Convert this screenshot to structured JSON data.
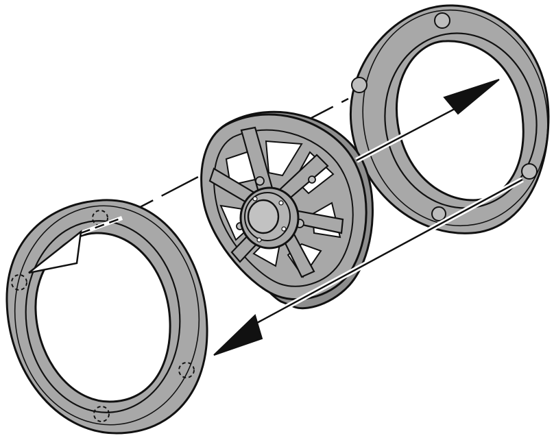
{
  "diagram": {
    "kind": "exploded-assembly",
    "parts": [
      {
        "id": "front-ring",
        "icon": "mounting-ring-icon"
      },
      {
        "id": "speaker-basket",
        "icon": "speaker-frame-icon"
      },
      {
        "id": "rear-ring",
        "icon": "mounting-ring-icon"
      }
    ],
    "arrows": [
      {
        "id": "arrow-to-rear",
        "direction": "up-right"
      },
      {
        "id": "arrow-to-front-lower",
        "direction": "down-left"
      },
      {
        "id": "arrow-to-front-upper",
        "direction": "left"
      }
    ]
  },
  "colors": {
    "part_fill": "#a8a8a8",
    "part_fill_dark": "#8e8e8e",
    "outline": "#111111",
    "background": "#ffffff",
    "arrow_outline_fill": "#ffffff"
  }
}
